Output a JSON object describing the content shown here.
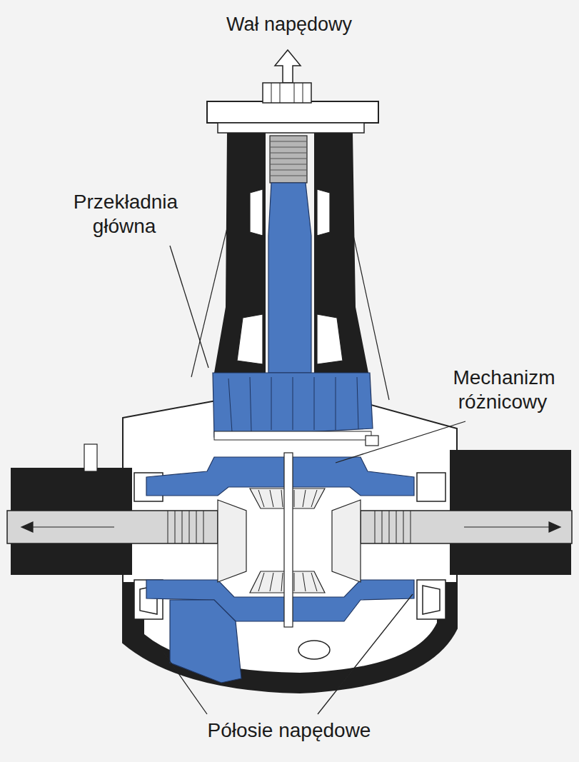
{
  "diagram": {
    "labels": [
      "Wał napędowy",
      "Przekładnia główna",
      "Mechanizm różnicowy",
      "Półosie napędowe"
    ]
  }
}
